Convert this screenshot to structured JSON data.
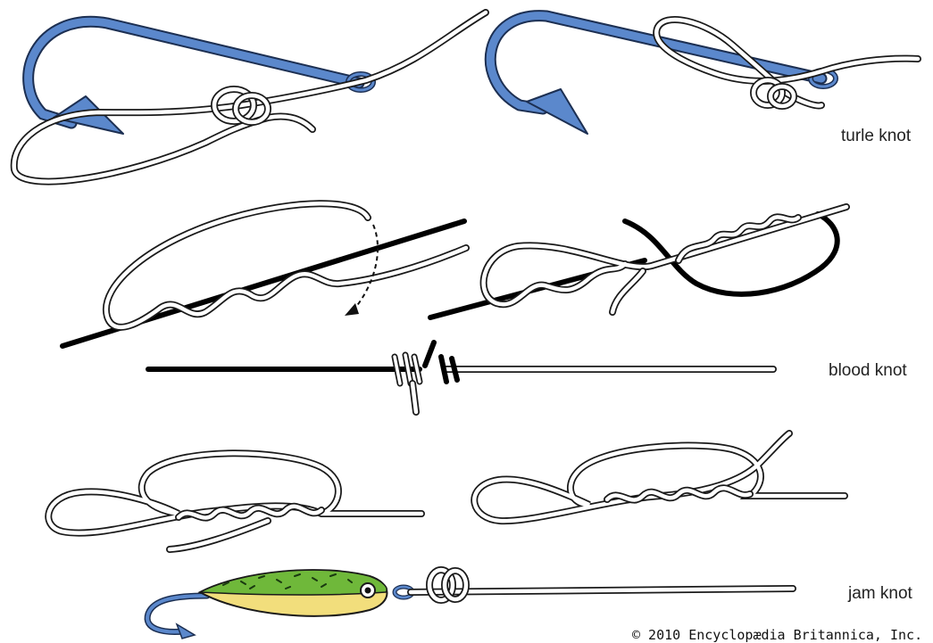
{
  "labels": {
    "turle": "turle knot",
    "blood": "blood knot",
    "jam": "jam knot"
  },
  "credit": "© 2010 Encyclopædia Britannica, Inc.",
  "colors": {
    "hook_fill": "#5b88cc",
    "hook_outline": "#1c2f52",
    "line_outline": "#1a1a1a",
    "line_fill": "#ffffff",
    "dark_line": "#000000",
    "lure_green": "#6fb83a",
    "lure_yellow": "#f2de7c"
  }
}
